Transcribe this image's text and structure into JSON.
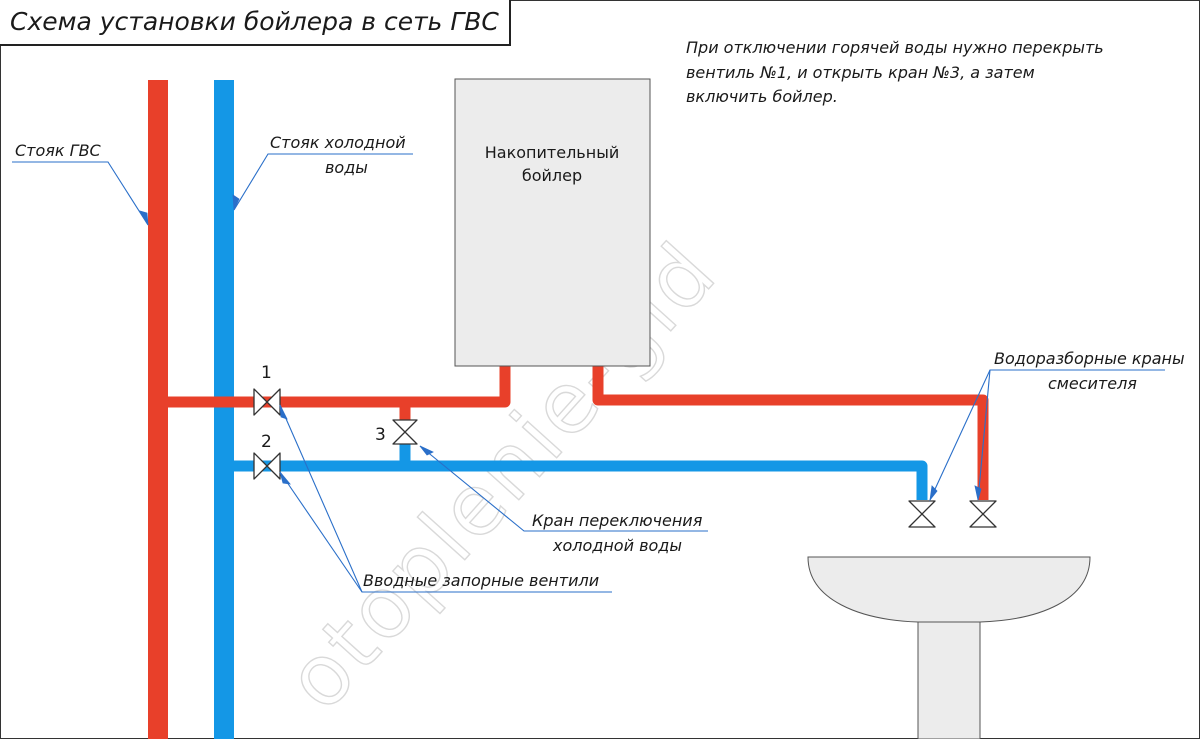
{
  "title": "Схема установки бойлера в сеть ГВС",
  "note": [
    "При отключении горячей воды нужно перекрыть",
    "вентиль №1, и открыть кран №3, а затем",
    "включить бойлер."
  ],
  "labels": {
    "hot_riser": "Стояк ГВС",
    "cold_riser": [
      "Стояк холодной",
      "воды"
    ],
    "boiler": [
      "Накопительный",
      "бойлер"
    ],
    "mixer_taps": [
      "Водоразборные краны",
      "смесителя"
    ],
    "switch_valve": [
      "Кран переключения",
      "холодной воды"
    ],
    "inlet_valves": "Вводные запорные вентили"
  },
  "valve_numbers": [
    "1",
    "2",
    "3"
  ],
  "watermark": "otoplenie-gid",
  "colors": {
    "hot_pipe": "#e8402a",
    "cold_pipe": "#1497e6",
    "leader": "#2a6fc9",
    "boiler_fill": "#ececec"
  }
}
